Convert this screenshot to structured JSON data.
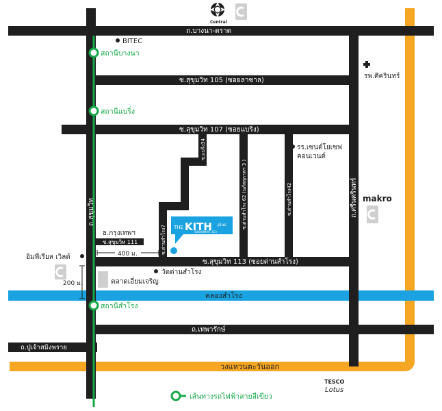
{
  "colors": {
    "road": "#1f1f1f",
    "ring": "#f5a623",
    "canal": "#1aa3e0",
    "bts": "#17a84a",
    "pin": "#1aa3e0"
  },
  "roads": {
    "bangna_trat": "ถ.บางนา-ตราด",
    "sukhumvit105": "ซ.สุขุมวิท 105 (ซอยลาซาล)",
    "sukhumvit107": "ซ.สุขุมวิท 107 (ซอยแบริ่ง)",
    "sukhumvit113": "ซ.สุขุมวิท 113 (ซอยด่านสำโรง)",
    "thepharak": "ถ.เทพารักษ์",
    "pu_chao": "ถ.ปู่เจ้าสมิงพราย",
    "ring": "วงแหวนตะวันออก",
    "sukhumvit_road": "ถ.สุขุมวิท",
    "srinakarin": "ถ.ศรีนครินทร์",
    "soi_baering34": "ซ.แบริ่ง34",
    "soi_dansamrong7": "ซ.ด่านสำโรง7",
    "soi_dansamrong62": "ซ.ด่านสำโรง 62 (นภัสสุภาพฯ 3 )",
    "soi_dansamrong42": "ซ.ด่านสำโรง42",
    "sukhumvit111": "ซ.สุขุมวิท 111"
  },
  "canal": "คลองสำโรง",
  "stations": {
    "bangna": "สถานีบางนา",
    "bearing": "สถานีแบริ่ง",
    "samrong": "สถานีสำโรง"
  },
  "places": {
    "bitec": "BITEC",
    "central": "Central",
    "hospital": "รพ.ศิครินทร์",
    "school_line1": "รร.เซนต์โยเซฟ",
    "school_line2": "คอนเวนต์",
    "bank": "ธ.กรุงเทพฯ",
    "imperial": "อิมพีเรียล เวิลด์",
    "temple": "วัดด่านสำโรง",
    "market": "ตลาดเอี่ยมเจริญ",
    "makro": "makro",
    "tesco1": "TESCO",
    "tesco2": "Lotus"
  },
  "distances": {
    "d400": "400 ม.",
    "d200": "200 ม."
  },
  "project": {
    "name_prefix": "THE",
    "name_main": "KITH",
    "name_suffix": "plus",
    "sub": "SUKHUMVIT 113"
  },
  "legend": {
    "bts_line": "เส้นทางรถไฟฟ้าสายสีเขียว"
  }
}
